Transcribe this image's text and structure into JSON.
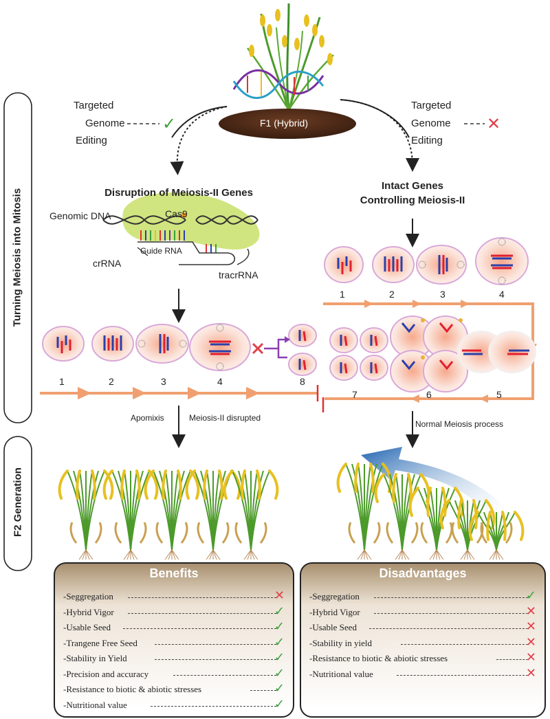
{
  "side_labels": {
    "meiosis": "Turning Meiosis into Mitosis",
    "f2": "F2 Generation"
  },
  "top": {
    "hybrid_label": "F1 (Hybrid)",
    "left_edit": [
      "Targeted",
      "Genome",
      "Editing"
    ],
    "right_edit": [
      "Targeted",
      "Genome",
      "Editing"
    ]
  },
  "left_branch": {
    "title": "Disruption of Meiosis-II Genes",
    "crispr": {
      "genomic_dna": "Genomic DNA",
      "cas9": "Cas9",
      "guide_rna": "Guide RNA",
      "crrna": "crRNA",
      "tracrrna": "tracrRNA"
    },
    "stages": [
      "1",
      "2",
      "3",
      "4",
      "8"
    ],
    "outcome_left": "Apomixis",
    "outcome_right": "Meiosis-II disrupted"
  },
  "right_branch": {
    "title_line1": "Intact Genes",
    "title_line2": "Controlling Meiosis-II",
    "top_stages": [
      "1",
      "2",
      "3",
      "4"
    ],
    "bottom_stages": [
      "7",
      "6",
      "5"
    ],
    "outcome": "Normal Meiosis process"
  },
  "benefits": {
    "title": "Benefits",
    "rows": [
      {
        "label": "-Seggregation",
        "mark": "no"
      },
      {
        "label": "-Hybrid Vigor",
        "mark": "ok"
      },
      {
        "label": "-Usable Seed",
        "mark": "ok"
      },
      {
        "label": "-Trangene Free Seed",
        "mark": "ok"
      },
      {
        "label": "-Stability in Yield",
        "mark": "ok"
      },
      {
        "label": "-Precision and accuracy",
        "mark": "ok"
      },
      {
        "label": "-Resistance to biotic & abiotic stresses",
        "mark": "ok"
      },
      {
        "label": "-Nutritional value",
        "mark": "ok"
      }
    ]
  },
  "disadvantages": {
    "title": "Disadvantages",
    "rows": [
      {
        "label": "-Seggregation",
        "mark": "ok"
      },
      {
        "label": "-Hybrid Vigor",
        "mark": "no"
      },
      {
        "label": "-Usable Seed",
        "mark": "no"
      },
      {
        "label": "-Stability in yield",
        "mark": "no"
      },
      {
        "label": "-Resistance to biotic & abiotic stresses",
        "mark": "no"
      },
      {
        "label": "-Nutritional value",
        "mark": "no"
      }
    ]
  },
  "colors": {
    "arrow_orange": "#f0a070",
    "check_green": "#3aa13a",
    "cross_red": "#e0404a",
    "cell_fill": "#f7c9b4",
    "cell_edge": "#d9a8d8",
    "chrom_blue": "#2b3fa8",
    "chrom_red": "#e02030",
    "soil": "#4a2a1a",
    "plant_green": "#4c9a2a",
    "grain_yellow": "#e8c020",
    "big_arrow_blue": "#2a6fb8"
  },
  "icons": {
    "check": "check-icon",
    "cross": "cross-icon"
  }
}
